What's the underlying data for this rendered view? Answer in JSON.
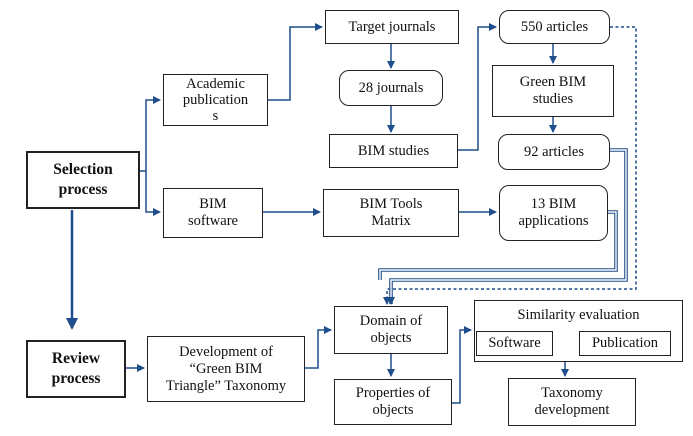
{
  "nodes": {
    "selection_process": "Selection\nprocess",
    "review_process": "Review\nprocess",
    "academic_publications": "Academic\npublication\ns",
    "bim_software": "BIM\nsoftware",
    "target_journals": "Target journals",
    "journals_28": "28 journals",
    "bim_studies": "BIM studies",
    "articles_550": "550 articles",
    "green_bim_studies": "Green BIM\nstudies",
    "articles_92": "92 articles",
    "bim_tools_matrix": "BIM Tools\nMatrix",
    "bim_applications_13": "13 BIM\napplications",
    "green_bim_triangle": "Development of\n“Green BIM\nTriangle” Taxonomy",
    "domain_of_objects": "Domain of\nobjects",
    "properties_of_objects": "Properties of\nobjects",
    "similarity_evaluation": "Similarity evaluation",
    "software": "Software",
    "publication": "Publication",
    "taxonomy_development": "Taxonomy\ndevelopment"
  },
  "colors": {
    "arrow": "#1f4e8c",
    "border": "#222222",
    "text": "#111111"
  }
}
